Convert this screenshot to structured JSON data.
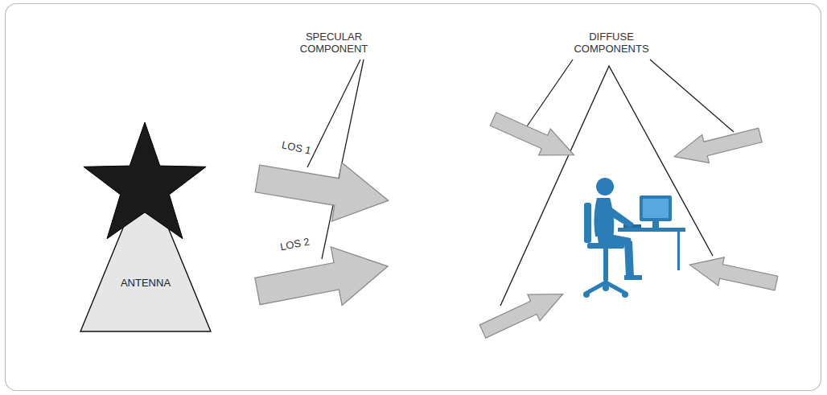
{
  "diagram": {
    "nodes": [
      {
        "text": [
          "ANTENNA"
        ]
      }
    ],
    "edges": [],
    "labels": [
      "SPECULAR COMPONENT",
      "LOS 1",
      "LOS 2",
      "DIFFUSE COMPONENTS"
    ]
  }
}
